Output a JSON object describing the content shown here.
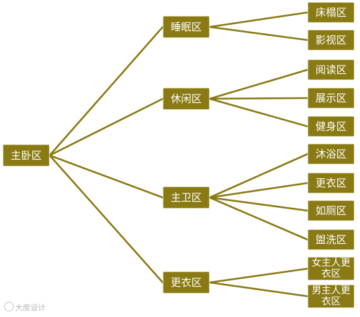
{
  "root": {
    "label": "主卧区"
  },
  "branches": [
    {
      "label": "睡眠区",
      "children": [
        "床榻区",
        "影视区"
      ]
    },
    {
      "label": "休闲区",
      "children": [
        "阅读区",
        "展示区",
        "健身区"
      ]
    },
    {
      "label": "主卫区",
      "children": [
        "沐浴区",
        "更衣区",
        "如厕区",
        "盥洗区"
      ]
    },
    {
      "label": "更衣区",
      "children": [
        "女主人更\n衣区",
        "男主人更\n衣区"
      ]
    }
  ],
  "colors": {
    "node_fill": "#8a7a14",
    "line": "#8a7a14",
    "text": "#ffffff"
  },
  "watermark": {
    "text": "大度设计"
  }
}
